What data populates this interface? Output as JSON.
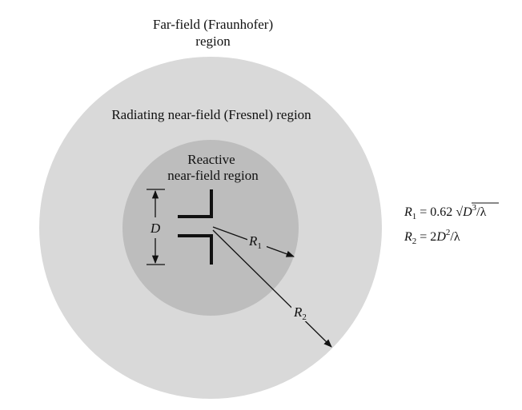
{
  "labels": {
    "far_field_line1": "Far-field (Fraunhofer)",
    "far_field_line2": "region",
    "radiating": "Radiating near-field (Fresnel) region",
    "reactive_line1": "Reactive",
    "reactive_line2": "near-field region",
    "dimension": "D",
    "r1": "R",
    "r1_sub": "1",
    "r2": "R",
    "r2_sub": "2"
  },
  "equations": {
    "r1": {
      "var": "R",
      "sub": "1",
      "eq": " = 0.62 ",
      "radical": "√",
      "rad_var": "D",
      "rad_exp": "3",
      "tail": "/λ"
    },
    "r2": {
      "var": "R",
      "sub": "2",
      "eq": " = 2",
      "var2": "D",
      "exp": "2",
      "tail": "/λ"
    }
  },
  "colors": {
    "outer_region": "#d9d9d9",
    "inner_region": "#bdbdbd",
    "ink": "#111111"
  }
}
